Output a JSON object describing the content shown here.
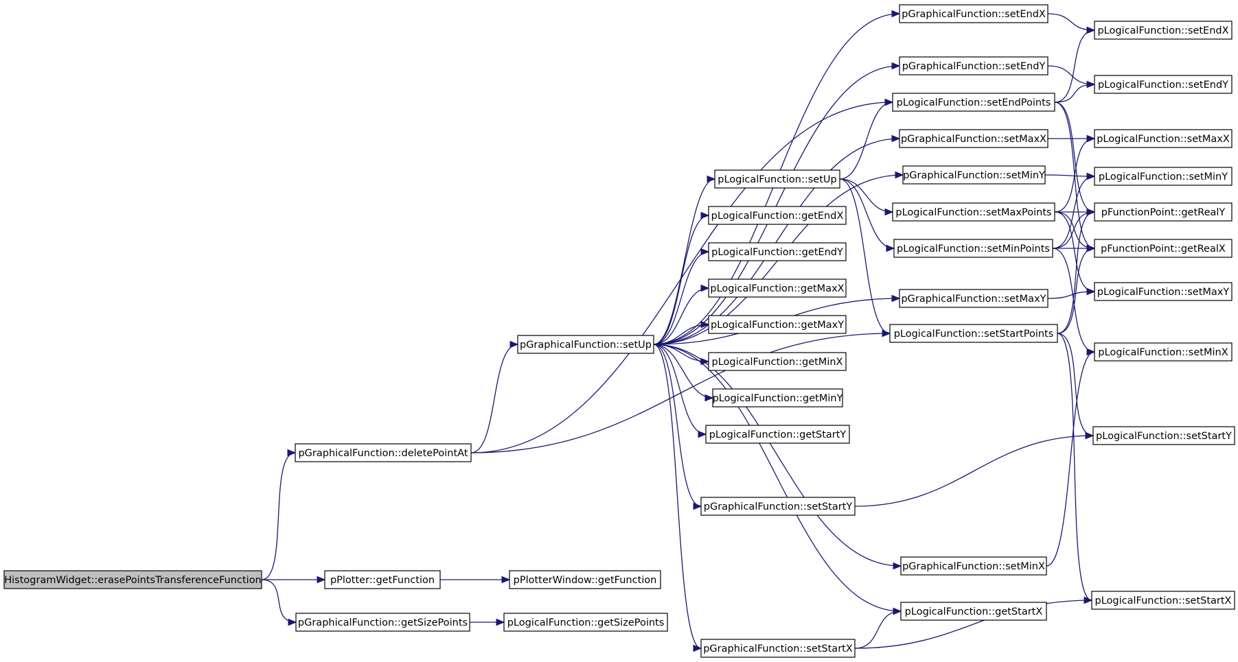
{
  "colors": {
    "edge": "#191970",
    "root_fill": "#bfbfbf",
    "node_fill": "#ffffff"
  },
  "nodes": [
    {
      "id": "root",
      "label": "HistogramWidget::erasePointsTransferenceFunction",
      "root": true
    },
    {
      "id": "gfDeletePointAt",
      "label": "pGraphicalFunction::deletePointAt"
    },
    {
      "id": "plotterGetFunction",
      "label": "pPlotter::getFunction"
    },
    {
      "id": "plotterWindowGetFunction",
      "label": "pPlotterWindow::getFunction"
    },
    {
      "id": "gfGetSizePoints",
      "label": "pGraphicalFunction::getSizePoints"
    },
    {
      "id": "lfGetSizePoints",
      "label": "pLogicalFunction::getSizePoints"
    },
    {
      "id": "gfSetUp",
      "label": "pGraphicalFunction::setUp"
    },
    {
      "id": "lfSetUp",
      "label": "pLogicalFunction::setUp"
    },
    {
      "id": "lfGetEndX",
      "label": "pLogicalFunction::getEndX"
    },
    {
      "id": "lfGetEndY",
      "label": "pLogicalFunction::getEndY"
    },
    {
      "id": "lfGetMaxX",
      "label": "pLogicalFunction::getMaxX"
    },
    {
      "id": "lfGetMaxY",
      "label": "pLogicalFunction::getMaxY"
    },
    {
      "id": "lfGetMinX",
      "label": "pLogicalFunction::getMinX"
    },
    {
      "id": "lfGetMinY",
      "label": "pLogicalFunction::getMinY"
    },
    {
      "id": "lfGetStartY",
      "label": "pLogicalFunction::getStartY"
    },
    {
      "id": "gfSetStartY",
      "label": "pGraphicalFunction::setStartY"
    },
    {
      "id": "gfSetStartX",
      "label": "pGraphicalFunction::setStartX"
    },
    {
      "id": "gfSetEndX",
      "label": "pGraphicalFunction::setEndX"
    },
    {
      "id": "gfSetEndY",
      "label": "pGraphicalFunction::setEndY"
    },
    {
      "id": "lfSetEndPoints",
      "label": "pLogicalFunction::setEndPoints"
    },
    {
      "id": "gfSetMaxX",
      "label": "pGraphicalFunction::setMaxX"
    },
    {
      "id": "gfSetMinY",
      "label": "pGraphicalFunction::setMinY"
    },
    {
      "id": "lfSetMaxPoints",
      "label": "pLogicalFunction::setMaxPoints"
    },
    {
      "id": "lfSetMinPoints",
      "label": "pLogicalFunction::setMinPoints"
    },
    {
      "id": "gfSetMaxY",
      "label": "pGraphicalFunction::setMaxY"
    },
    {
      "id": "lfSetStartPoints",
      "label": "pLogicalFunction::setStartPoints"
    },
    {
      "id": "gfSetMinX",
      "label": "pGraphicalFunction::setMinX"
    },
    {
      "id": "lfGetStartX",
      "label": "pLogicalFunction::getStartX"
    },
    {
      "id": "lfSetEndX",
      "label": "pLogicalFunction::setEndX"
    },
    {
      "id": "lfSetEndY",
      "label": "pLogicalFunction::setEndY"
    },
    {
      "id": "lfSetMaxX",
      "label": "pLogicalFunction::setMaxX"
    },
    {
      "id": "lfSetMinY",
      "label": "pLogicalFunction::setMinY"
    },
    {
      "id": "fpGetRealY",
      "label": "pFunctionPoint::getRealY"
    },
    {
      "id": "fpGetRealX",
      "label": "pFunctionPoint::getRealX"
    },
    {
      "id": "lfSetMaxY",
      "label": "pLogicalFunction::setMaxY"
    },
    {
      "id": "lfSetMinX",
      "label": "pLogicalFunction::setMinX"
    },
    {
      "id": "lfSetStartY",
      "label": "pLogicalFunction::setStartY"
    },
    {
      "id": "lfSetStartX",
      "label": "pLogicalFunction::setStartX"
    }
  ],
  "edges": [
    [
      "root",
      "gfDeletePointAt"
    ],
    [
      "root",
      "plotterGetFunction"
    ],
    [
      "root",
      "gfGetSizePoints"
    ],
    [
      "plotterGetFunction",
      "plotterWindowGetFunction"
    ],
    [
      "gfGetSizePoints",
      "lfGetSizePoints"
    ],
    [
      "gfDeletePointAt",
      "gfSetUp"
    ],
    [
      "gfDeletePointAt",
      "lfSetEndPoints"
    ],
    [
      "gfDeletePointAt",
      "lfSetStartPoints"
    ],
    [
      "gfSetUp",
      "gfSetEndX"
    ],
    [
      "gfSetUp",
      "gfSetEndY"
    ],
    [
      "gfSetUp",
      "gfSetMaxX"
    ],
    [
      "gfSetUp",
      "gfSetMinY"
    ],
    [
      "gfSetUp",
      "lfSetUp"
    ],
    [
      "gfSetUp",
      "lfGetEndX"
    ],
    [
      "gfSetUp",
      "lfGetEndY"
    ],
    [
      "gfSetUp",
      "lfGetMaxX"
    ],
    [
      "gfSetUp",
      "lfGetMaxY"
    ],
    [
      "gfSetUp",
      "lfGetMinX"
    ],
    [
      "gfSetUp",
      "lfGetMinY"
    ],
    [
      "gfSetUp",
      "lfGetStartY"
    ],
    [
      "gfSetUp",
      "gfSetMaxY"
    ],
    [
      "gfSetUp",
      "gfSetStartY"
    ],
    [
      "gfSetUp",
      "gfSetMinX"
    ],
    [
      "gfSetUp",
      "lfGetStartX"
    ],
    [
      "gfSetUp",
      "gfSetStartX"
    ],
    [
      "lfSetUp",
      "lfSetEndPoints"
    ],
    [
      "lfSetUp",
      "lfSetMaxPoints"
    ],
    [
      "lfSetUp",
      "lfSetMinPoints"
    ],
    [
      "lfSetUp",
      "lfSetStartPoints"
    ],
    [
      "gfSetEndX",
      "lfSetEndX"
    ],
    [
      "gfSetEndY",
      "lfSetEndY"
    ],
    [
      "gfSetMaxX",
      "lfSetMaxX"
    ],
    [
      "gfSetMinY",
      "lfSetMinY"
    ],
    [
      "gfSetMaxY",
      "lfSetMaxY"
    ],
    [
      "gfSetMinX",
      "lfSetMinX"
    ],
    [
      "gfSetStartY",
      "lfSetStartY"
    ],
    [
      "gfSetStartX",
      "lfGetStartX"
    ],
    [
      "gfSetStartX",
      "lfSetStartX"
    ],
    [
      "lfSetEndPoints",
      "lfSetEndX"
    ],
    [
      "lfSetEndPoints",
      "lfSetEndY"
    ],
    [
      "lfSetEndPoints",
      "fpGetRealY"
    ],
    [
      "lfSetEndPoints",
      "fpGetRealX"
    ],
    [
      "lfSetMaxPoints",
      "lfSetMaxX"
    ],
    [
      "lfSetMaxPoints",
      "fpGetRealY"
    ],
    [
      "lfSetMaxPoints",
      "fpGetRealX"
    ],
    [
      "lfSetMaxPoints",
      "lfSetMaxY"
    ],
    [
      "lfSetMinPoints",
      "lfSetMinY"
    ],
    [
      "lfSetMinPoints",
      "fpGetRealY"
    ],
    [
      "lfSetMinPoints",
      "fpGetRealX"
    ],
    [
      "lfSetMinPoints",
      "lfSetMinX"
    ],
    [
      "lfSetStartPoints",
      "fpGetRealY"
    ],
    [
      "lfSetStartPoints",
      "fpGetRealX"
    ],
    [
      "lfSetStartPoints",
      "lfSetStartY"
    ],
    [
      "lfSetStartPoints",
      "lfSetStartX"
    ]
  ]
}
